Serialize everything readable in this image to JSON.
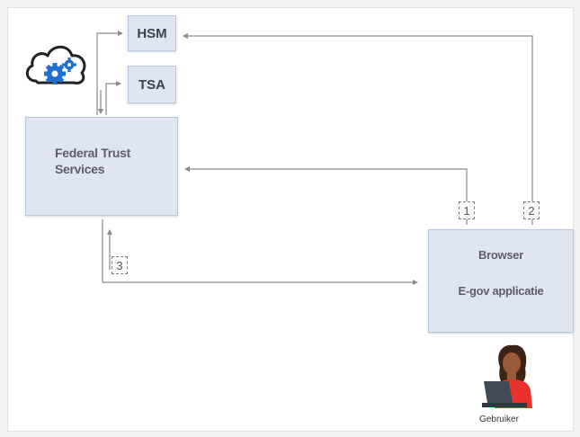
{
  "nodes": {
    "hsm": "HSM",
    "tsa": "TSA",
    "federal_trust_services": [
      "Federal Trust",
      "Services"
    ],
    "browser": "Browser",
    "egov": "E-gov applicatie"
  },
  "steps": [
    "1",
    "2",
    "3"
  ],
  "user_label": "Gebruiker",
  "colors": {
    "box_fill": "#dfe6f2",
    "box_border": "#b9c6dc",
    "arrow": "#8a8a8a",
    "cloud_gear": "#1f6fd1",
    "user_shirt": "#e8322b"
  }
}
